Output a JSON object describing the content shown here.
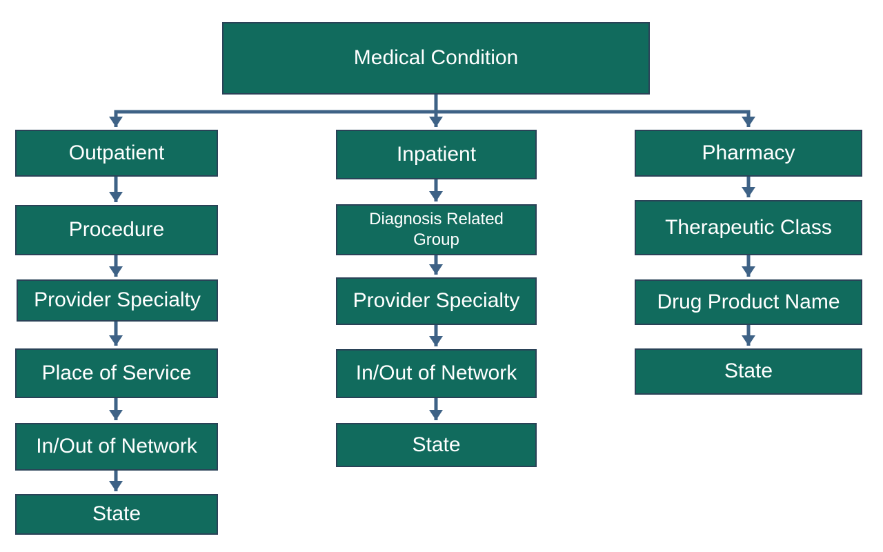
{
  "diagram": {
    "root": {
      "label": "Medical Condition"
    },
    "columns": [
      {
        "nodes": [
          {
            "label": "Outpatient"
          },
          {
            "label": "Procedure"
          },
          {
            "label": "Provider Specialty"
          },
          {
            "label": "Place of Service"
          },
          {
            "label": "In/Out of Network"
          },
          {
            "label": "State"
          }
        ]
      },
      {
        "nodes": [
          {
            "label": "Inpatient"
          },
          {
            "label": "Diagnosis Related Group"
          },
          {
            "label": "Provider Specialty"
          },
          {
            "label": "In/Out of Network"
          },
          {
            "label": "State"
          }
        ]
      },
      {
        "nodes": [
          {
            "label": "Pharmacy"
          },
          {
            "label": "Therapeutic Class"
          },
          {
            "label": "Drug Product Name"
          },
          {
            "label": "State"
          }
        ]
      }
    ]
  },
  "colors": {
    "fill": "#116B5D",
    "border": "#2A4257",
    "connector": "#3E6286",
    "text": "#FFFFFF"
  }
}
